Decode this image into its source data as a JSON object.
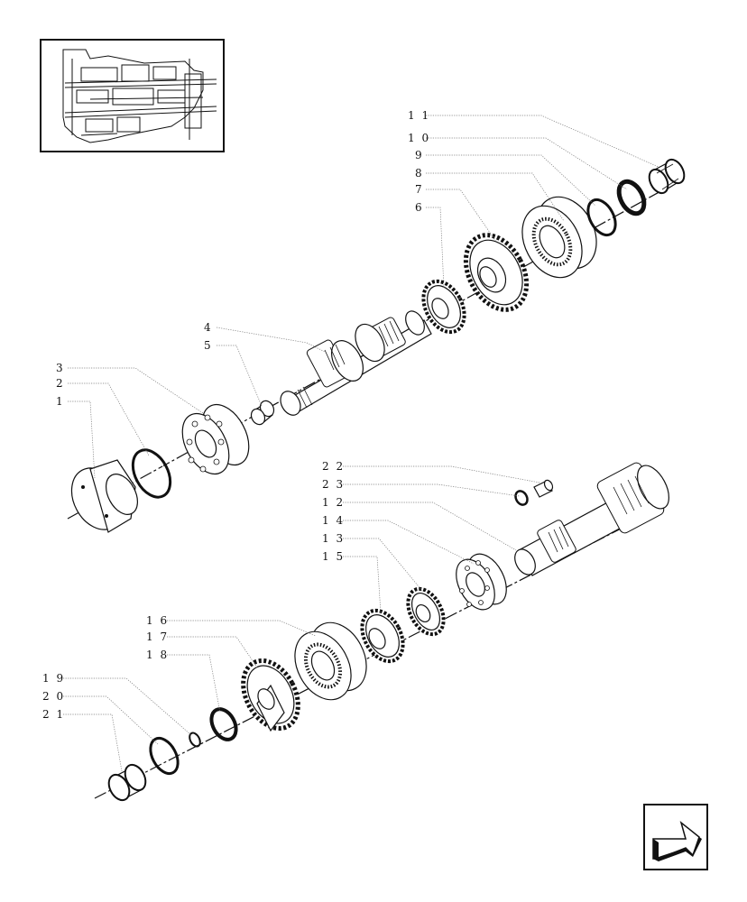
{
  "callouts": [
    {
      "id": "1",
      "text": "1"
    },
    {
      "id": "2",
      "text": "2"
    },
    {
      "id": "3",
      "text": "3"
    },
    {
      "id": "4",
      "text": "4"
    },
    {
      "id": "5",
      "text": "5"
    },
    {
      "id": "6",
      "text": "6"
    },
    {
      "id": "7",
      "text": "7"
    },
    {
      "id": "8",
      "text": "8"
    },
    {
      "id": "9",
      "text": "9"
    },
    {
      "id": "10",
      "text": "1 0"
    },
    {
      "id": "11",
      "text": "1 1"
    },
    {
      "id": "12",
      "text": "1 2"
    },
    {
      "id": "13",
      "text": "1 3"
    },
    {
      "id": "14",
      "text": "1 4"
    },
    {
      "id": "15",
      "text": "1 5"
    },
    {
      "id": "16",
      "text": "1 6"
    },
    {
      "id": "17",
      "text": "1 7"
    },
    {
      "id": "18",
      "text": "1 8"
    },
    {
      "id": "19",
      "text": "1 9"
    },
    {
      "id": "20",
      "text": "2 0"
    },
    {
      "id": "21",
      "text": "2 1"
    },
    {
      "id": "22",
      "text": "2 2"
    },
    {
      "id": "23",
      "text": "2 3"
    }
  ],
  "icons": {
    "locator": "transmission-locator-icon",
    "nav": "back-arrow-icon"
  }
}
